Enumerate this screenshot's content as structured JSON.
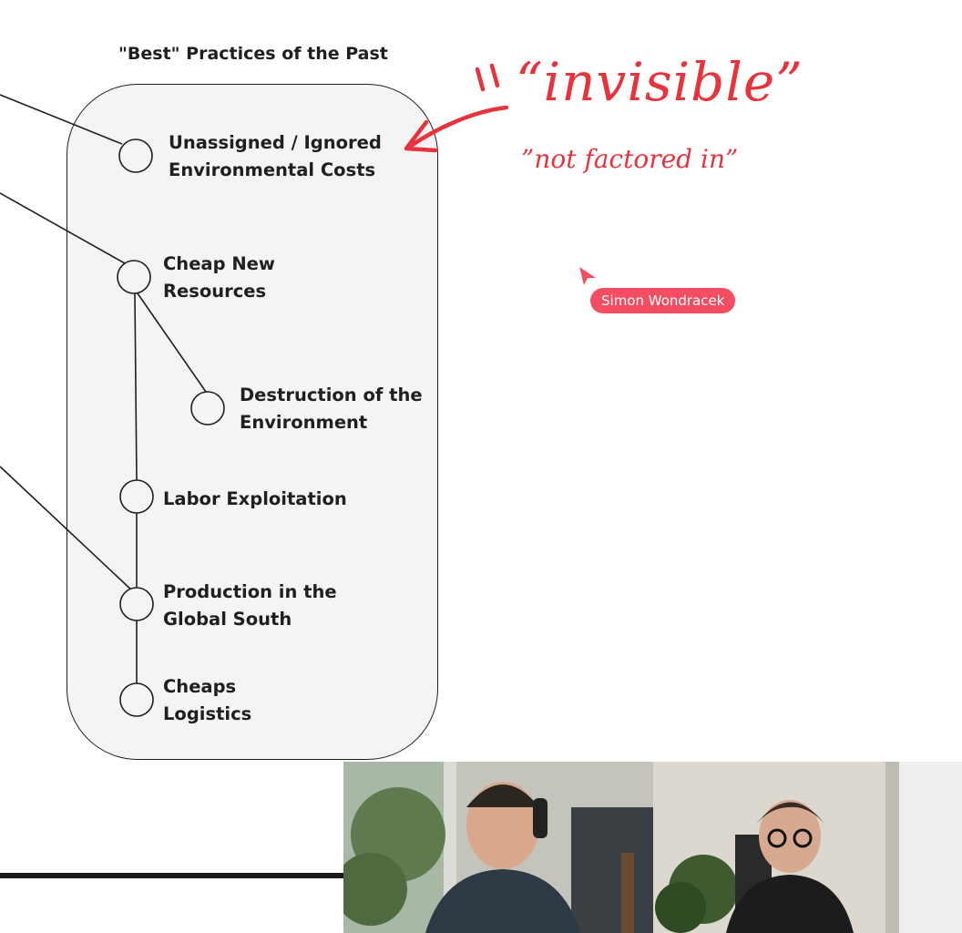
{
  "board": {
    "title": "\"Best\" Practices of the Past",
    "nodes": [
      {
        "label": "Unassigned / Ignored\nEnvironmental Costs"
      },
      {
        "label": "Cheap New\nResources"
      },
      {
        "label": "Destruction of the\nEnvironment"
      },
      {
        "label": "Labor Exploitation"
      },
      {
        "label": "Production in the\nGlobal South"
      },
      {
        "label": "Cheaps\nLogistics"
      }
    ]
  },
  "annotations": {
    "big": "“invisible”",
    "small": "”not factored in”"
  },
  "collaborator": {
    "name": "Simon Wondracek",
    "color": "#f24d61"
  },
  "colors": {
    "annotation": "#e8323c",
    "container_fill": "#f4f4f4",
    "stroke": "#1f1f1f"
  },
  "video_call": {
    "participants": 2
  }
}
